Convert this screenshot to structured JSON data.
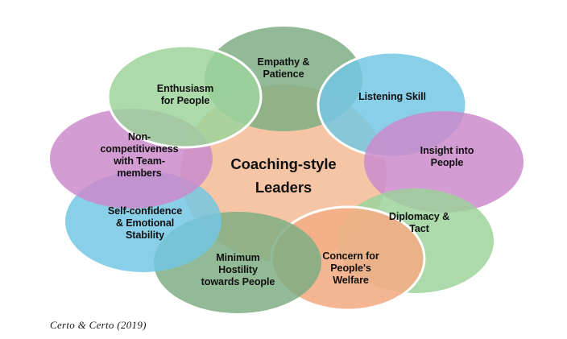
{
  "figure": {
    "center_label": "Coaching-style\nLeaders",
    "citation": "Certo & Certo (2019)",
    "background_color": "#FFFFFF",
    "text_color": "#111111",
    "center_color": "#F5C2A0"
  },
  "petals": [
    {
      "id": "empathy-patience",
      "label": "Empathy &\nPatience",
      "color": "#7FAE84",
      "position": "top",
      "outlined": false
    },
    {
      "id": "listening-skill",
      "label": "Listening Skill",
      "color": "#74C7E3",
      "position": "top-right",
      "outlined": true
    },
    {
      "id": "insight-into-people",
      "label": "Insight into\nPeople",
      "color": "#CB8BCB",
      "position": "right",
      "outlined": false
    },
    {
      "id": "diplomacy-tact",
      "label": "Diplomacy &\nTact",
      "color": "#9ED39B",
      "position": "bottom-right",
      "outlined": false
    },
    {
      "id": "concern-peoples-welfare",
      "label": "Concern for\nPeople's\nWelfare",
      "color": "#F3AE86",
      "position": "bottom",
      "outlined": true
    },
    {
      "id": "minimum-hostility",
      "label": "Minimum\nHostility\ntowards People",
      "color": "#7FAE84",
      "position": "bottom-left",
      "outlined": false
    },
    {
      "id": "self-confidence-emotional-stability",
      "label": "Self-confidence\n& Emotional\nStability",
      "color": "#74C7E3",
      "position": "left-lower",
      "outlined": false
    },
    {
      "id": "non-competitiveness",
      "label": "Non-\ncompetitiveness\nwith Team-\nmembers",
      "color": "#CB8BCB",
      "position": "left-upper",
      "outlined": false
    },
    {
      "id": "enthusiasm-for-people",
      "label": "Enthusiasm\nfor People",
      "color": "#9ED39B",
      "position": "top-left",
      "outlined": true
    }
  ]
}
